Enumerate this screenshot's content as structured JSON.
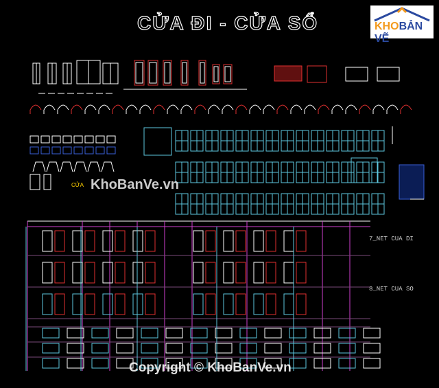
{
  "title": "CỬA ĐI - CỬA SỔ",
  "logo": {
    "part1": "KHO",
    "part2": "BẢN VẼ",
    "roof_icon": "house-roof-icon"
  },
  "watermark_mid": "KhoBanVe.vn",
  "watermark_bottom": "Copyright © KhoBanVe.vn",
  "labels": {
    "cua_di": "7_NET CUA DI",
    "cua_so": "8_NET CUA SO",
    "cua_small": "CỬA"
  },
  "colors": {
    "background": "#000000",
    "white": "#ffffff",
    "red": "#e03030",
    "cyan": "#5ec8e0",
    "blue": "#3a5fd8",
    "magenta": "#d040d0",
    "orange": "#f39a1e",
    "yellow": "#ffd000"
  }
}
